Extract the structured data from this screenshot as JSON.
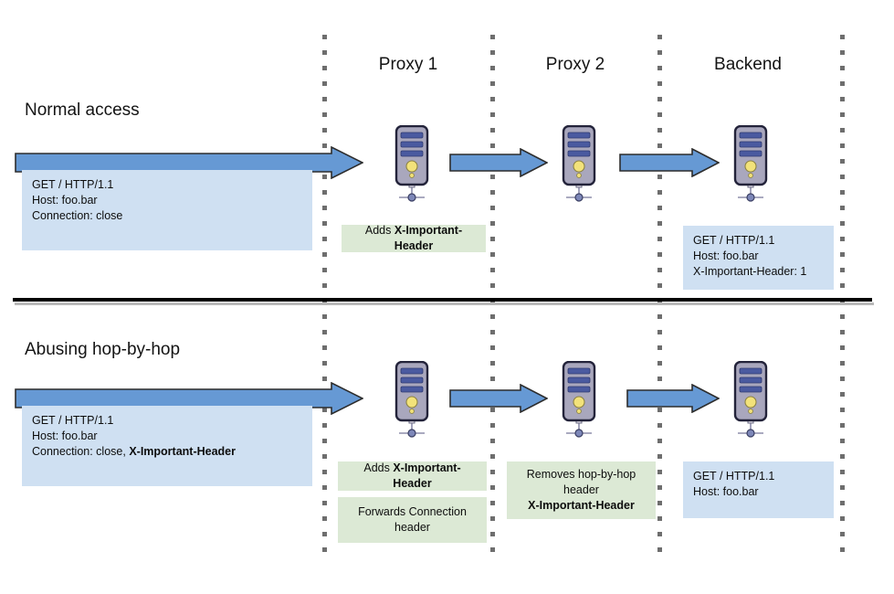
{
  "diagram": {
    "title": "HTTP hop-by-hop header abuse through proxy chain",
    "columns": [
      {
        "label": "Proxy 1"
      },
      {
        "label": "Proxy 2"
      },
      {
        "label": "Backend"
      }
    ],
    "colors": {
      "arrow_fill": "#6699d4",
      "arrow_stroke": "#2d2d2d",
      "request_box_fill": "#cfe0f2",
      "action_box_fill": "#dce9d5",
      "lane_dot": "#6e6e6e",
      "divider": "#000000",
      "server_body": "#9e9cb5",
      "server_outline": "#2b2b3b",
      "server_bar": "#4a5aa0",
      "server_light": "#f2e27a"
    },
    "rows": [
      {
        "id": "normal-access",
        "title": "Normal access",
        "client_request": {
          "lines": [
            {
              "text": "GET / HTTP/1.1"
            },
            {
              "text": "Host: foo.bar"
            },
            {
              "text": "Connection: close"
            }
          ]
        },
        "nodes": [
          {
            "id": "proxy-1",
            "name": "Proxy 1",
            "notes": [
              {
                "type": "action",
                "segments": [
                  {
                    "text": "Adds ",
                    "bold": false
                  },
                  {
                    "text": "X-Important-Header",
                    "bold": true
                  }
                ]
              }
            ]
          },
          {
            "id": "proxy-2",
            "name": "Proxy 2",
            "notes": []
          },
          {
            "id": "backend",
            "name": "Backend",
            "notes": [
              {
                "type": "request",
                "lines": [
                  {
                    "text": "GET / HTTP/1.1"
                  },
                  {
                    "text": "Host: foo.bar"
                  },
                  {
                    "text": "X-Important-Header: 1"
                  }
                ]
              }
            ]
          }
        ]
      },
      {
        "id": "abusing-hop-by-hop",
        "title": "Abusing hop-by-hop",
        "client_request": {
          "lines": [
            {
              "text": "GET / HTTP/1.1"
            },
            {
              "text": "Host: foo.bar"
            },
            {
              "text": "Connection: close, ",
              "bold_suffix": "X-Important-Header"
            }
          ]
        },
        "nodes": [
          {
            "id": "proxy-1",
            "name": "Proxy 1",
            "notes": [
              {
                "type": "action",
                "segments": [
                  {
                    "text": "Adds ",
                    "bold": false
                  },
                  {
                    "text": "X-Important-Header",
                    "bold": true
                  }
                ]
              },
              {
                "type": "action",
                "segments": [
                  {
                    "text": "Forwards Connection header",
                    "bold": false
                  }
                ]
              }
            ]
          },
          {
            "id": "proxy-2",
            "name": "Proxy 2",
            "notes": [
              {
                "type": "action",
                "segments": [
                  {
                    "text": "Removes hop-by-hop header ",
                    "bold": false
                  },
                  {
                    "text": "X-Important-Header",
                    "bold": true
                  }
                ]
              }
            ]
          },
          {
            "id": "backend",
            "name": "Backend",
            "notes": [
              {
                "type": "request",
                "lines": [
                  {
                    "text": "GET / HTTP/1.1"
                  },
                  {
                    "text": "Host: foo.bar"
                  }
                ]
              }
            ]
          }
        ]
      }
    ]
  },
  "text": {
    "proxy1": "Proxy 1",
    "proxy2": "Proxy 2",
    "backend": "Backend",
    "normal_access": "Normal access",
    "abusing": "Abusing hop-by-hop",
    "top_req_l1": "GET / HTTP/1.1",
    "top_req_l2": "Host: foo.bar",
    "top_req_l3": "Connection: close",
    "top_p1_note_a": "Adds ",
    "top_p1_note_b": "X-Important-Header",
    "top_be_l1": "GET / HTTP/1.1",
    "top_be_l2": "Host: foo.bar",
    "top_be_l3": "X-Important-Header: 1",
    "bot_req_l1": "GET / HTTP/1.1",
    "bot_req_l2": "Host: foo.bar",
    "bot_req_l3a": "Connection: close, ",
    "bot_req_l3b": "X-Important-Header",
    "bot_p1_note1_a": "Adds ",
    "bot_p1_note1_b": "X-Important-Header",
    "bot_p1_note2": "Forwards Connection header",
    "bot_p2_note_a": "Removes hop-by-hop header",
    "bot_p2_note_b": "X-Important-Header",
    "bot_be_l1": "GET / HTTP/1.1",
    "bot_be_l2": "Host: foo.bar"
  }
}
